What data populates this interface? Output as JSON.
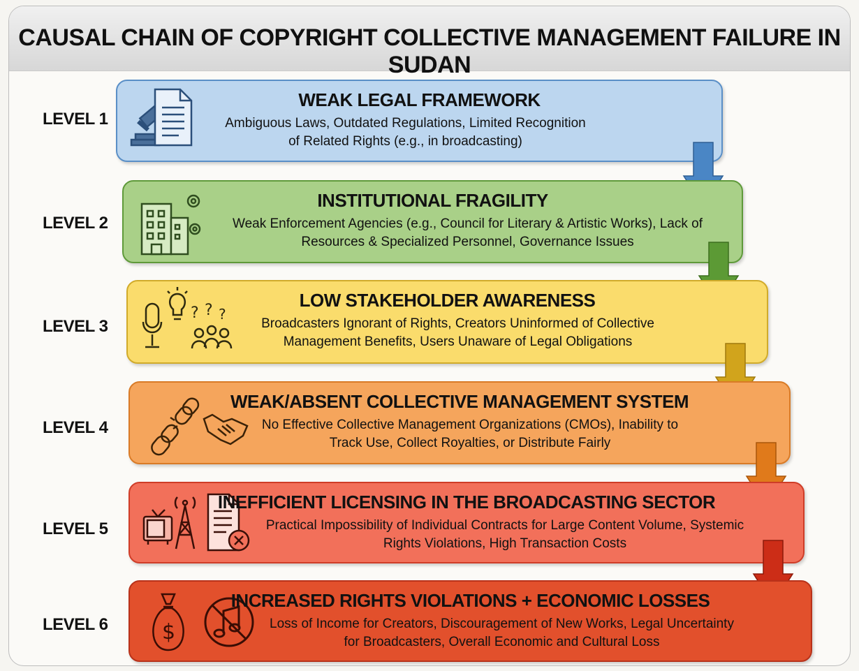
{
  "title": "CAUSAL CHAIN OF COPYRIGHT COLLECTIVE MANAGEMENT FAILURE IN SUDAN",
  "levels": [
    {
      "label": "LEVEL 1",
      "heading": "WEAK LEGAL FRAMEWORK",
      "description": "Ambiguous Laws, Outdated Regulations, Limited Recognition of Related Rights (e.g., in broadcasting)",
      "fill": "#bcd6ef",
      "border": "#5a8fc7",
      "arrow": "#4a86c5",
      "icons": [
        "gavel-icon",
        "document-icon"
      ]
    },
    {
      "label": "LEVEL 2",
      "heading": "INSTITUTIONAL FRAGILITY",
      "description": "Weak Enforcement Agencies (e.g., Council for Literary & Artistic Works), Lack of Resources & Specialized Personnel, Governance Issues",
      "fill": "#a9d088",
      "border": "#5f9a3a",
      "arrow": "#5c9a35",
      "icons": [
        "building-icon",
        "gear-icon"
      ]
    },
    {
      "label": "LEVEL 3",
      "heading": "LOW STAKEHOLDER AWARENESS",
      "description": "Broadcasters Ignorant of Rights, Creators Uninformed of Collective Management Benefits, Users Unaware of Legal Obligations",
      "fill": "#fadc6c",
      "border": "#d1ab2a",
      "arrow": "#d1a41c",
      "icons": [
        "microphone-icon",
        "lightbulb-icon",
        "people-icon"
      ]
    },
    {
      "label": "LEVEL 4",
      "heading": "WEAK/ABSENT COLLECTIVE MANAGEMENT SYSTEM",
      "description": "No Effective Collective Management Organizations (CMOs), Inability to Track Use, Collect Royalties, or Distribute Fairly",
      "fill": "#f5a55c",
      "border": "#d97b27",
      "arrow": "#e07a1b",
      "icons": [
        "broken-chain-icon",
        "handshake-icon"
      ]
    },
    {
      "label": "LEVEL 5",
      "heading": "INEFFICIENT LICENSING IN THE BROADCASTING SECTOR",
      "description": "Practical Impossibility of Individual Contracts for Large Content Volume, Systemic Rights Violations, High Transaction Costs",
      "fill": "#f2705a",
      "border": "#cf3d28",
      "arrow": "#cc2d17",
      "icons": [
        "tv-icon",
        "radio-tower-icon",
        "rejected-contract-icon"
      ]
    },
    {
      "label": "LEVEL 6",
      "heading": "INCREASED RIGHTS VIOLATIONS + ECONOMIC LOSSES",
      "description": "Loss of Income for Creators, Discouragement of New Works, Legal Uncertainty for Broadcasters, Overall Economic and Cultural Loss",
      "fill": "#e2502c",
      "border": "#b8321a",
      "arrow": "",
      "icons": [
        "money-bag-icon",
        "no-music-icon"
      ]
    }
  ]
}
